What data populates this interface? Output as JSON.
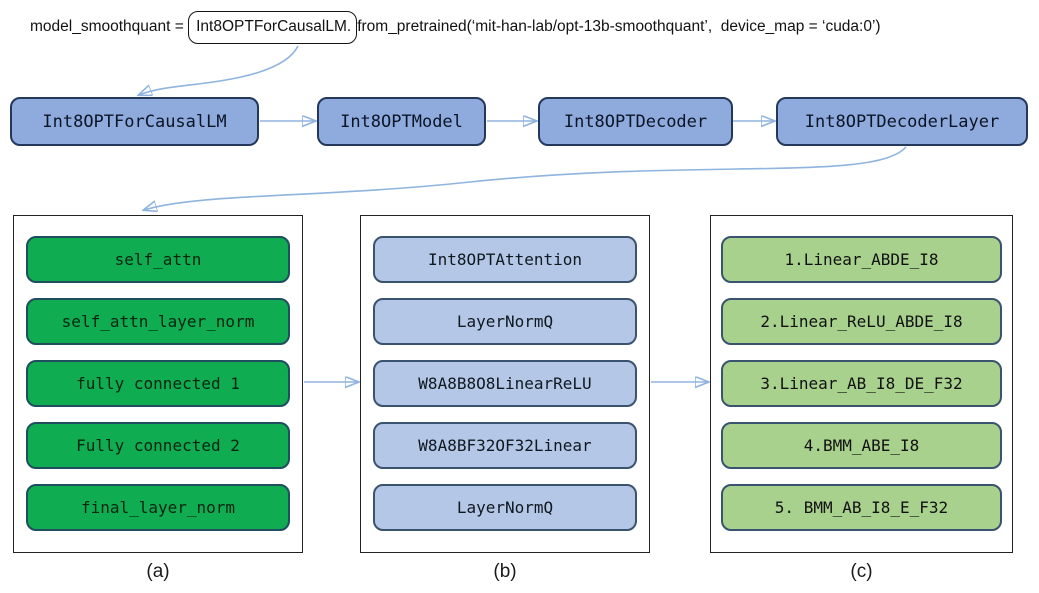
{
  "header": {
    "code_prefix": "model_smoothquant = ",
    "code_boxed": "Int8OPTForCausalLM.",
    "code_suffix": "from_pretrained(‘mit-han-lab/opt-13b-smoothquant’,  device_map = ‘cuda:0’)"
  },
  "pipeline": {
    "nodes": [
      {
        "label": "Int8OPTForCausalLM"
      },
      {
        "label": "Int8OPTModel"
      },
      {
        "label": "Int8OPTDecoder"
      },
      {
        "label": "Int8OPTDecoderLayer"
      }
    ]
  },
  "columns": [
    {
      "caption": "(a)",
      "items": [
        "self_attn",
        "self_attn_layer_norm",
        "fully connected 1",
        "Fully connected 2",
        "final_layer_norm"
      ]
    },
    {
      "caption": "(b)",
      "items": [
        "Int8OPTAttention",
        "LayerNormQ",
        "W8A8B8O8LinearReLU",
        "W8A8BF32OF32Linear",
        "LayerNormQ"
      ]
    },
    {
      "caption": "(c)",
      "items": [
        "1.Linear_ABDE_I8",
        "2.Linear_ReLU_ABDE_I8",
        "3.Linear_AB_I8_DE_F32",
        "4.BMM_ABE_I8",
        "5. BMM_AB_I8_E_F32"
      ]
    }
  ],
  "colors": {
    "pipeline_fill": "#8FAADC",
    "pipeline_border": "#24385B",
    "module_green_fill": "#0FAC52",
    "module_green_border": "#1F4E5F",
    "kernel_blue_fill": "#B4C7E7",
    "kernel_blue_border": "#3A536F",
    "cuda_green_fill": "#A9D18E",
    "cuda_green_border": "#3A536F",
    "connector_line": "#8FB4DE",
    "connector_arrow": "#4F81BD"
  }
}
